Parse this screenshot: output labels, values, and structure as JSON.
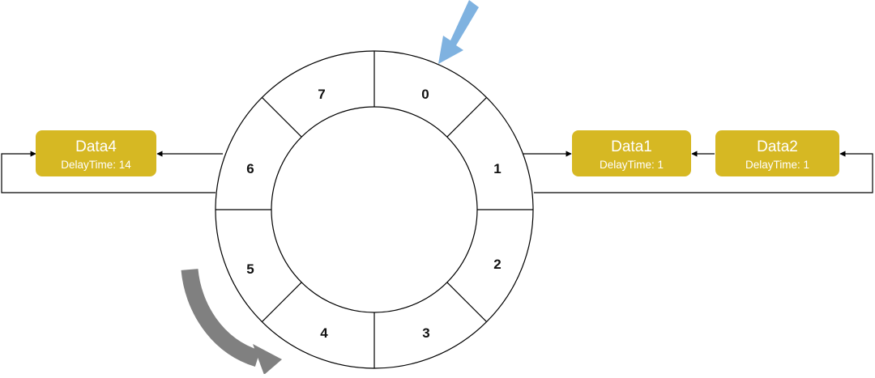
{
  "wheel": {
    "slots": [
      "0",
      "1",
      "2",
      "3",
      "4",
      "5",
      "6",
      "7"
    ]
  },
  "cards": {
    "data4": {
      "title": "Data4",
      "delay": "DelayTime: 14"
    },
    "data1": {
      "title": "Data1",
      "delay": "DelayTime: 1"
    },
    "data2": {
      "title": "Data2",
      "delay": "DelayTime: 1"
    }
  },
  "colors": {
    "card": "#D6B823",
    "pointer_arrow": "#7FB2E0",
    "rotation_arrow": "#808080",
    "line": "#000000"
  },
  "icons": {
    "pointer": "down-left-arrow-icon",
    "rotation": "clockwise-curved-arrow-icon"
  }
}
